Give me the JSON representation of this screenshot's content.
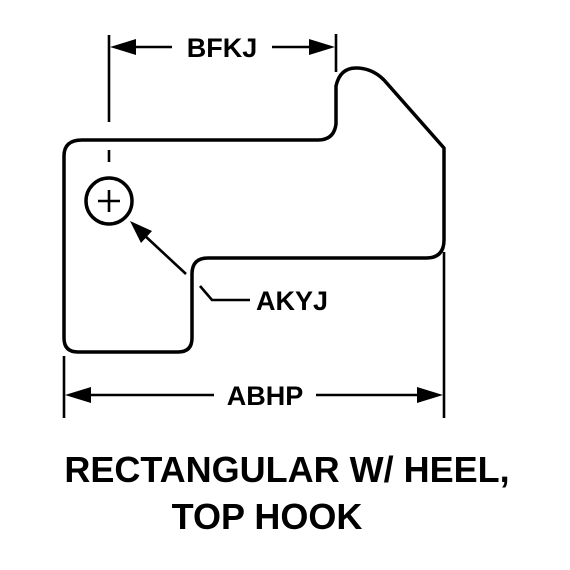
{
  "diagram": {
    "dimensions": {
      "top_width": "BFKJ",
      "overall_width": "ABHP",
      "bend_radius": "AKYJ"
    },
    "title": {
      "line1": "RECTANGULAR W/ HEEL,",
      "line2": "TOP HOOK"
    },
    "colors": {
      "stroke": "#000000",
      "background": "#ffffff"
    }
  }
}
